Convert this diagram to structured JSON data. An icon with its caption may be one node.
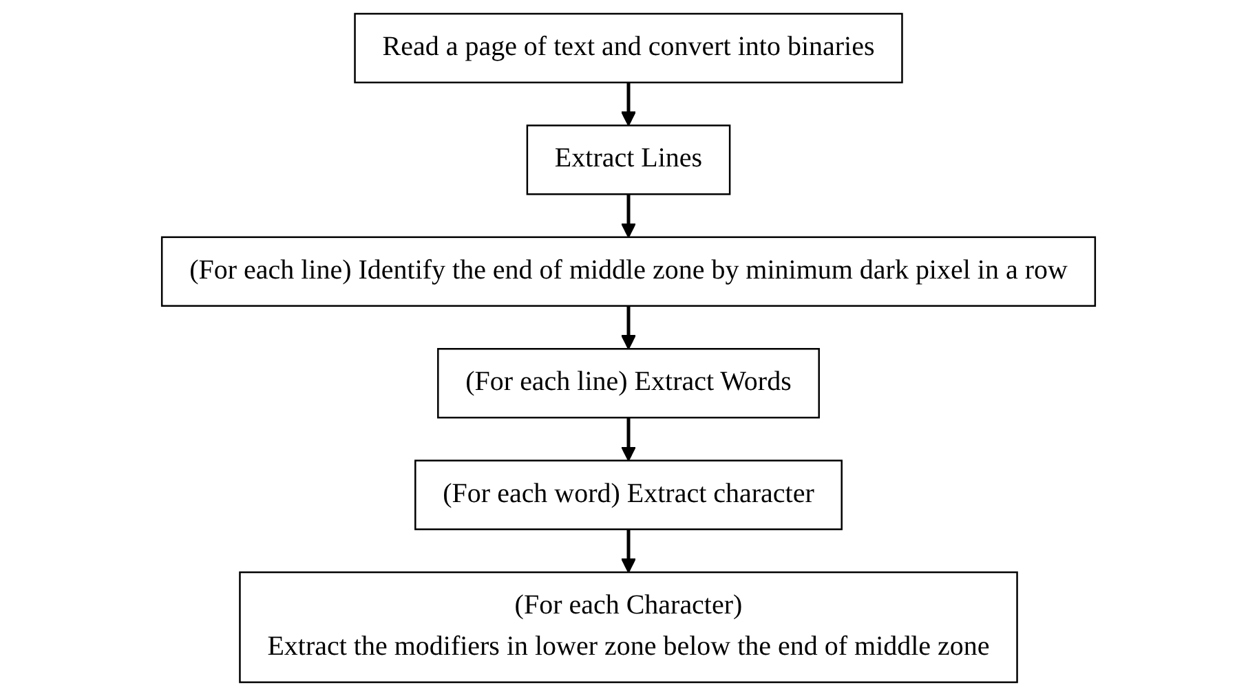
{
  "diagram": {
    "nodes": [
      {
        "text": [
          "Read a page of text and convert into binaries"
        ]
      },
      {
        "text": [
          "Extract Lines"
        ]
      },
      {
        "text": [
          "(For each line) Identify the end of middle zone by minimum dark pixel in a row"
        ]
      },
      {
        "text": [
          "(For each line) Extract Words"
        ]
      },
      {
        "text": [
          "(For each word) Extract character"
        ]
      },
      {
        "text": [
          "(For each Character)",
          "Extract the modifiers in lower zone below the end of middle zone"
        ]
      }
    ],
    "edges": [
      {
        "from": 0,
        "to": 1,
        "arrow": "to"
      },
      {
        "from": 1,
        "to": 2,
        "arrow": "to"
      },
      {
        "from": 2,
        "to": 3,
        "arrow": "to"
      },
      {
        "from": 3,
        "to": 4,
        "arrow": "to"
      },
      {
        "from": 4,
        "to": 5,
        "arrow": "to"
      }
    ]
  }
}
